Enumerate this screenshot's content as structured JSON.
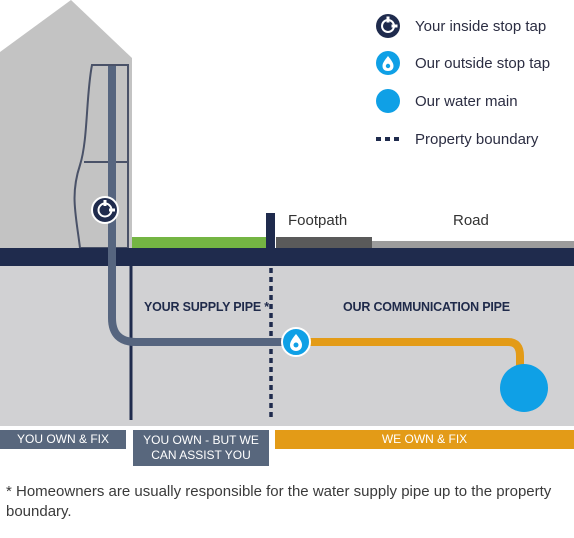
{
  "legend": {
    "inside_stop_tap": "Your inside stop tap",
    "outside_stop_tap": "Our outside stop tap",
    "water_main": "Our water main",
    "property_boundary": "Property boundary"
  },
  "ground": {
    "footpath": "Footpath",
    "road": "Road"
  },
  "zones": {
    "supply_pipe": "YOUR SUPPLY PIPE *",
    "communication_pipe": "OUR COMMUNICATION PIPE"
  },
  "bands": {
    "own_fix": "YOU OWN & FIX",
    "own_assist_line1": "YOU OWN - BUT WE",
    "own_assist_line2": "CAN ASSIST YOU",
    "we_own_fix": "WE OWN & FIX"
  },
  "footnote": "* Homeowners are usually responsible for the water supply pipe up to the property boundary.",
  "colors": {
    "navy": "#1f2b4d",
    "slate": "#56657f",
    "orange": "#e39b17",
    "blue": "#0fa0e6",
    "green": "#74b543",
    "house": "#c3c3c3",
    "ground": "#d1d1d3",
    "band_gray": "#58677d"
  }
}
